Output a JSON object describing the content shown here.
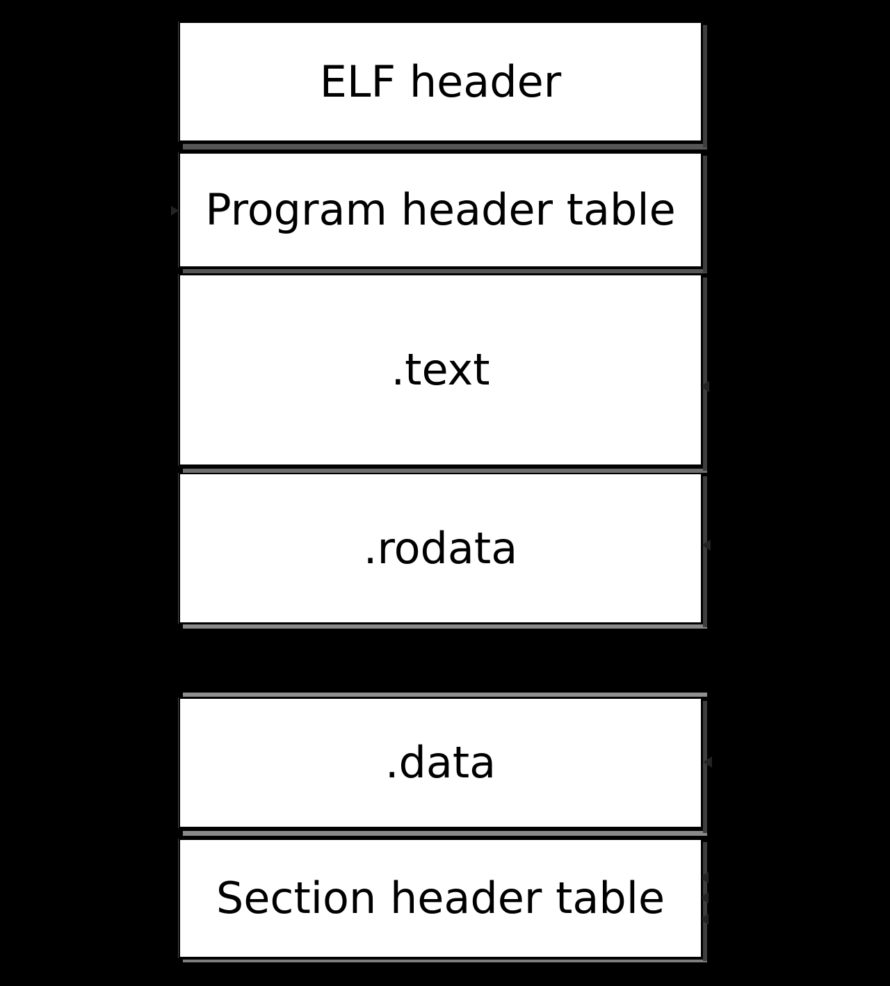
{
  "diagram": {
    "boxes": [
      {
        "id": "elf-header",
        "label": "ELF header"
      },
      {
        "id": "program-header-table",
        "label": "Program header table"
      },
      {
        "id": "text-section",
        "label": ".text"
      },
      {
        "id": "rodata-section",
        "label": ".rodata"
      },
      {
        "id": "data-section",
        "label": ".data"
      },
      {
        "id": "section-header-table",
        "label": "Section header table"
      }
    ]
  },
  "colors": {
    "background": "#000000",
    "box_fill": "#ffffff",
    "box_border": "#000000",
    "label_text": "#000000",
    "shadow_dark": "#565656",
    "shadow_light": "#8a8a8a",
    "shadow_right": "#3e3e3e"
  }
}
